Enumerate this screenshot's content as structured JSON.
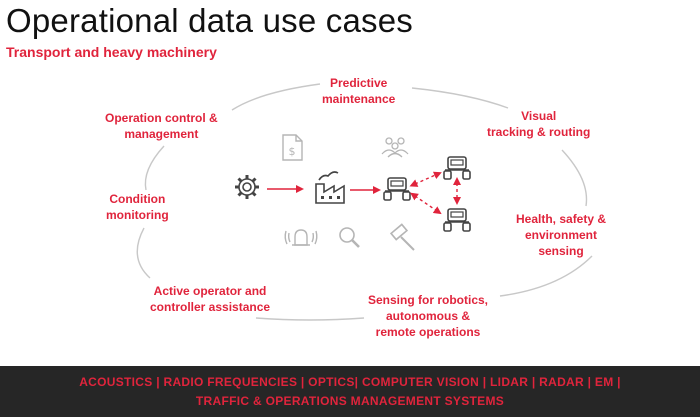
{
  "title": "Operational data use cases",
  "subtitle": "Transport and heavy machinery",
  "use_cases": [
    {
      "id": "predictive",
      "lines": [
        "Predictive",
        "maintenance"
      ]
    },
    {
      "id": "visual",
      "lines": [
        "Visual",
        "tracking & routing"
      ]
    },
    {
      "id": "health",
      "lines": [
        "Health, safety &",
        "environment",
        "sensing"
      ]
    },
    {
      "id": "sensing",
      "lines": [
        "Sensing for robotics,",
        "autonomous &",
        "remote operations"
      ]
    },
    {
      "id": "active",
      "lines": [
        "Active operator and",
        "controller assistance"
      ]
    },
    {
      "id": "condition",
      "lines": [
        "Condition",
        "monitoring"
      ]
    },
    {
      "id": "operation",
      "lines": [
        "Operation control &",
        "management"
      ]
    }
  ],
  "icons": [
    "document-dollar-icon",
    "people-group-icon",
    "gear-icon",
    "factory-icon",
    "machine-icon",
    "machine-icon",
    "machine-icon",
    "alarm-bell-icon",
    "magnifier-icon",
    "gavel-icon"
  ],
  "colors": {
    "accent": "#e0243c",
    "icon_gray": "#b5b5b5",
    "icon_dark": "#444444",
    "footer_bg": "#262626",
    "ellipse": "#c8c8c8"
  },
  "footer": {
    "line1": "ACOUSTICS  |  RADIO FREQUENCIES  |  OPTICS|  COMPUTER VISION  |  LIDAR  |  RADAR  |  EM  |",
    "line2": "TRAFFIC & OPERATIONS MANAGEMENT SYSTEMS"
  }
}
